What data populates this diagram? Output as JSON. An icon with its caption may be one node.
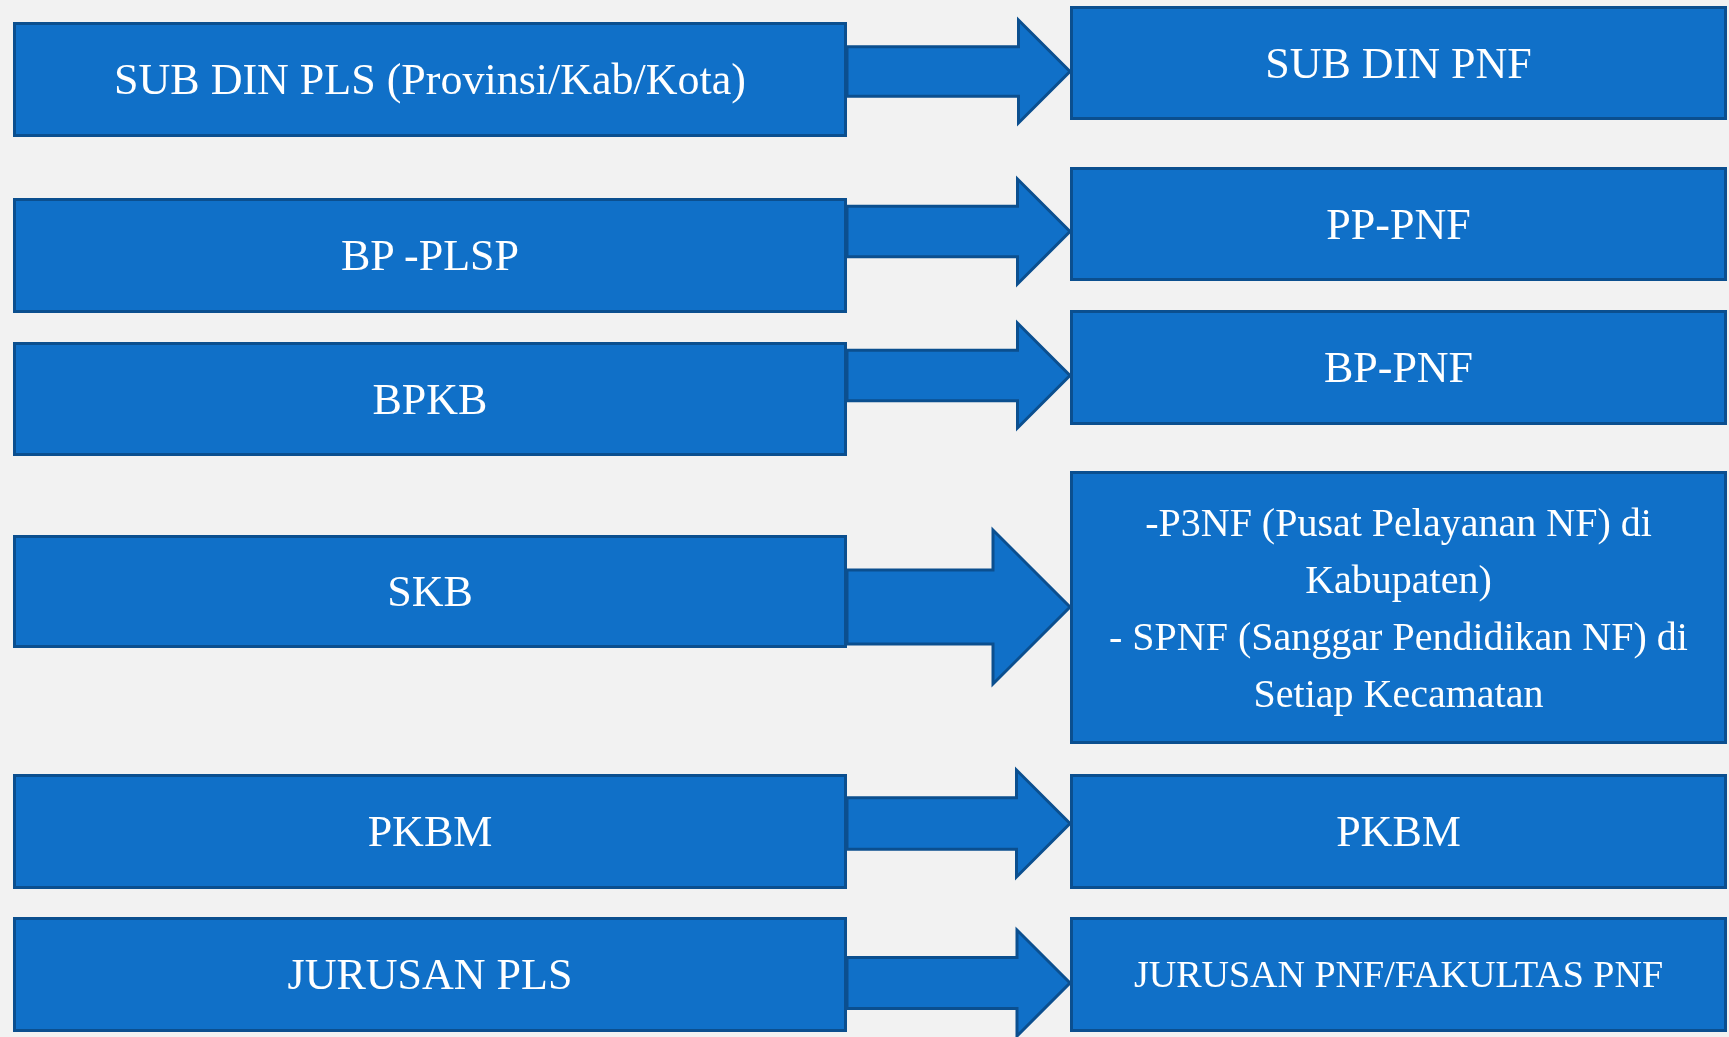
{
  "diagram": {
    "nodes": [
      {
        "text": [
          "SUB DIN PLS (Provinsi/Kab/Kota)"
        ]
      },
      {
        "text": [
          "SUB DIN PNF"
        ]
      },
      {
        "text": [
          "BP -PLSP"
        ]
      },
      {
        "text": [
          "PP-PNF"
        ]
      },
      {
        "text": [
          "BPKB"
        ]
      },
      {
        "text": [
          "BP-PNF"
        ]
      },
      {
        "text": [
          "SKB"
        ]
      },
      {
        "text": [
          "-P3NF (Pusat Pelayanan NF) di Kabupaten)",
          "- SPNF (Sanggar Pendidikan NF) di Setiap Kecamatan"
        ]
      },
      {
        "text": [
          "PKBM"
        ]
      },
      {
        "text": [
          "PKBM"
        ]
      },
      {
        "text": [
          "JURUSAN PLS"
        ]
      },
      {
        "text": [
          "JURUSAN PNF/FAKULTAS PNF"
        ]
      }
    ],
    "edges": [
      {
        "from": 0,
        "to": 1,
        "arrow": "to"
      },
      {
        "from": 2,
        "to": 3,
        "arrow": "to"
      },
      {
        "from": 4,
        "to": 5,
        "arrow": "to"
      },
      {
        "from": 6,
        "to": 7,
        "arrow": "to"
      },
      {
        "from": 8,
        "to": 9,
        "arrow": "to"
      },
      {
        "from": 10,
        "to": 11,
        "arrow": "to"
      }
    ]
  }
}
